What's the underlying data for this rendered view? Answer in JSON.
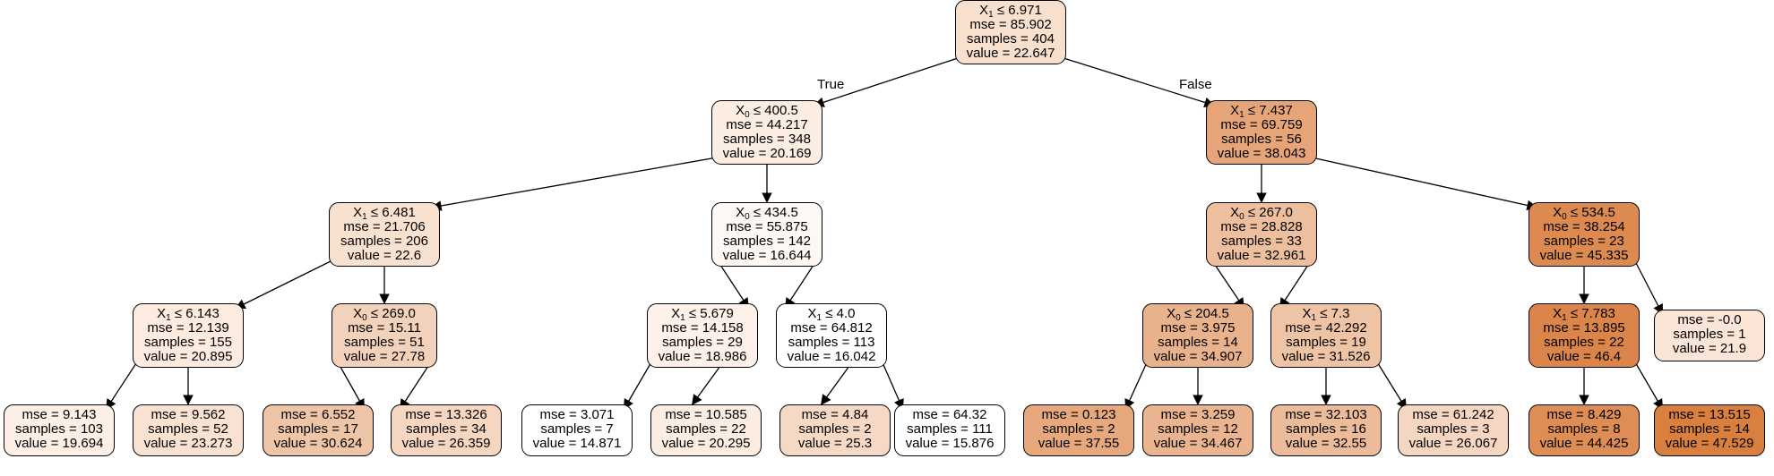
{
  "edge_labels": {
    "true": "True",
    "false": "False"
  },
  "nodes": [
    {
      "id": "n0",
      "split": {
        "feature": "X",
        "index": "1",
        "op": "≤",
        "threshold": "6.971"
      },
      "mse": "mse = 85.902",
      "samples": "samples = 404",
      "value": "value = 22.647",
      "fill": "#f8e0ce"
    },
    {
      "id": "n1",
      "split": {
        "feature": "X",
        "index": "0",
        "op": "≤",
        "threshold": "400.5"
      },
      "mse": "mse = 44.217",
      "samples": "samples = 348",
      "value": "value = 20.169",
      "fill": "#fcede3"
    },
    {
      "id": "n2",
      "split": {
        "feature": "X",
        "index": "1",
        "op": "≤",
        "threshold": "7.437"
      },
      "mse": "mse = 69.759",
      "samples": "samples = 56",
      "value": "value = 38.043",
      "fill": "#e5a578"
    },
    {
      "id": "n3",
      "split": {
        "feature": "X",
        "index": "1",
        "op": "≤",
        "threshold": "6.481"
      },
      "mse": "mse = 21.706",
      "samples": "samples = 206",
      "value": "value = 22.6",
      "fill": "#f9e1d0"
    },
    {
      "id": "n4",
      "split": {
        "feature": "X",
        "index": "0",
        "op": "≤",
        "threshold": "434.5"
      },
      "mse": "mse = 55.875",
      "samples": "samples = 142",
      "value": "value = 16.644",
      "fill": "#fef8f4"
    },
    {
      "id": "n5",
      "split": {
        "feature": "X",
        "index": "0",
        "op": "≤",
        "threshold": "267.0"
      },
      "mse": "mse = 28.828",
      "samples": "samples = 33",
      "value": "value = 32.961",
      "fill": "#edbf9e"
    },
    {
      "id": "n6",
      "split": {
        "feature": "X",
        "index": "0",
        "op": "≤",
        "threshold": "534.5"
      },
      "mse": "mse = 38.254",
      "samples": "samples = 23",
      "value": "value = 45.335",
      "fill": "#dd8a51"
    },
    {
      "id": "n7",
      "split": {
        "feature": "X",
        "index": "1",
        "op": "≤",
        "threshold": "6.143"
      },
      "mse": "mse = 12.139",
      "samples": "samples = 155",
      "value": "value = 20.895",
      "fill": "#fcebde"
    },
    {
      "id": "n8",
      "split": {
        "feature": "X",
        "index": "0",
        "op": "≤",
        "threshold": "269.0"
      },
      "mse": "mse = 15.11",
      "samples": "samples = 51",
      "value": "value = 27.78",
      "fill": "#f3d2bb"
    },
    {
      "id": "n9",
      "split": {
        "feature": "X",
        "index": "1",
        "op": "≤",
        "threshold": "5.679"
      },
      "mse": "mse = 14.158",
      "samples": "samples = 29",
      "value": "value = 18.986",
      "fill": "#fdf1e9"
    },
    {
      "id": "n10",
      "split": {
        "feature": "X",
        "index": "1",
        "op": "≤",
        "threshold": "4.0"
      },
      "mse": "mse = 64.812",
      "samples": "samples = 113",
      "value": "value = 16.042",
      "fill": "#ffffff"
    },
    {
      "id": "n11",
      "split": {
        "feature": "X",
        "index": "0",
        "op": "≤",
        "threshold": "204.5"
      },
      "mse": "mse = 3.975",
      "samples": "samples = 14",
      "value": "value = 34.907",
      "fill": "#e8b28c"
    },
    {
      "id": "n12",
      "split": {
        "feature": "X",
        "index": "1",
        "op": "≤",
        "threshold": "7.3"
      },
      "mse": "mse = 42.292",
      "samples": "samples = 19",
      "value": "value = 31.526",
      "fill": "#eec4a5"
    },
    {
      "id": "n13",
      "split": {
        "feature": "X",
        "index": "1",
        "op": "≤",
        "threshold": "7.783"
      },
      "mse": "mse = 13.895",
      "samples": "samples = 22",
      "value": "value = 46.4",
      "fill": "#db854a"
    },
    {
      "id": "n14",
      "split": null,
      "mse": "mse = -0.0",
      "samples": "samples = 1",
      "value": "value = 21.9",
      "fill": "#fae5d6"
    },
    {
      "id": "n15",
      "split": null,
      "mse": "mse = 9.143",
      "samples": "samples = 103",
      "value": "value = 19.694",
      "fill": "#fdefe5"
    },
    {
      "id": "n16",
      "split": null,
      "mse": "mse = 9.562",
      "samples": "samples = 52",
      "value": "value = 23.273",
      "fill": "#f9e2d2"
    },
    {
      "id": "n17",
      "split": null,
      "mse": "mse = 6.552",
      "samples": "samples = 17",
      "value": "value = 30.624",
      "fill": "#efc5a7"
    },
    {
      "id": "n18",
      "split": null,
      "mse": "mse = 13.326",
      "samples": "samples = 34",
      "value": "value = 26.359",
      "fill": "#f5d6c0"
    },
    {
      "id": "n19",
      "split": null,
      "mse": "mse = 3.071",
      "samples": "samples = 7",
      "value": "value = 14.871",
      "fill": "#ffffff"
    },
    {
      "id": "n20",
      "split": null,
      "mse": "mse = 10.585",
      "samples": "samples = 22",
      "value": "value = 20.295",
      "fill": "#fcede3"
    },
    {
      "id": "n21",
      "split": null,
      "mse": "mse = 4.84",
      "samples": "samples = 2",
      "value": "value = 25.3",
      "fill": "#f6d9c5"
    },
    {
      "id": "n22",
      "split": null,
      "mse": "mse = 64.32",
      "samples": "samples = 111",
      "value": "value = 15.876",
      "fill": "#ffffff"
    },
    {
      "id": "n23",
      "split": null,
      "mse": "mse = 0.123",
      "samples": "samples = 2",
      "value": "value = 37.55",
      "fill": "#e6a87c"
    },
    {
      "id": "n24",
      "split": null,
      "mse": "mse = 3.259",
      "samples": "samples = 12",
      "value": "value = 34.467",
      "fill": "#e9b48f"
    },
    {
      "id": "n25",
      "split": null,
      "mse": "mse = 32.103",
      "samples": "samples = 16",
      "value": "value = 32.55",
      "fill": "#ecbb99"
    },
    {
      "id": "n26",
      "split": null,
      "mse": "mse = 61.242",
      "samples": "samples = 3",
      "value": "value = 26.067",
      "fill": "#f5d6c1"
    },
    {
      "id": "n27",
      "split": null,
      "mse": "mse = 8.429",
      "samples": "samples = 8",
      "value": "value = 44.425",
      "fill": "#de8d54"
    },
    {
      "id": "n28",
      "split": null,
      "mse": "mse = 13.515",
      "samples": "samples = 14",
      "value": "value = 47.529",
      "fill": "#da803f"
    }
  ],
  "edges": [
    [
      "n0",
      "n1"
    ],
    [
      "n0",
      "n2"
    ],
    [
      "n1",
      "n3"
    ],
    [
      "n1",
      "n4"
    ],
    [
      "n2",
      "n5"
    ],
    [
      "n2",
      "n6"
    ],
    [
      "n3",
      "n7"
    ],
    [
      "n3",
      "n8"
    ],
    [
      "n4",
      "n9"
    ],
    [
      "n4",
      "n10"
    ],
    [
      "n5",
      "n11"
    ],
    [
      "n5",
      "n12"
    ],
    [
      "n6",
      "n13"
    ],
    [
      "n6",
      "n14"
    ],
    [
      "n7",
      "n15"
    ],
    [
      "n7",
      "n16"
    ],
    [
      "n8",
      "n17"
    ],
    [
      "n8",
      "n18"
    ],
    [
      "n9",
      "n19"
    ],
    [
      "n9",
      "n20"
    ],
    [
      "n10",
      "n21"
    ],
    [
      "n10",
      "n22"
    ],
    [
      "n11",
      "n23"
    ],
    [
      "n11",
      "n24"
    ],
    [
      "n12",
      "n25"
    ],
    [
      "n12",
      "n26"
    ],
    [
      "n13",
      "n27"
    ],
    [
      "n13",
      "n28"
    ]
  ]
}
